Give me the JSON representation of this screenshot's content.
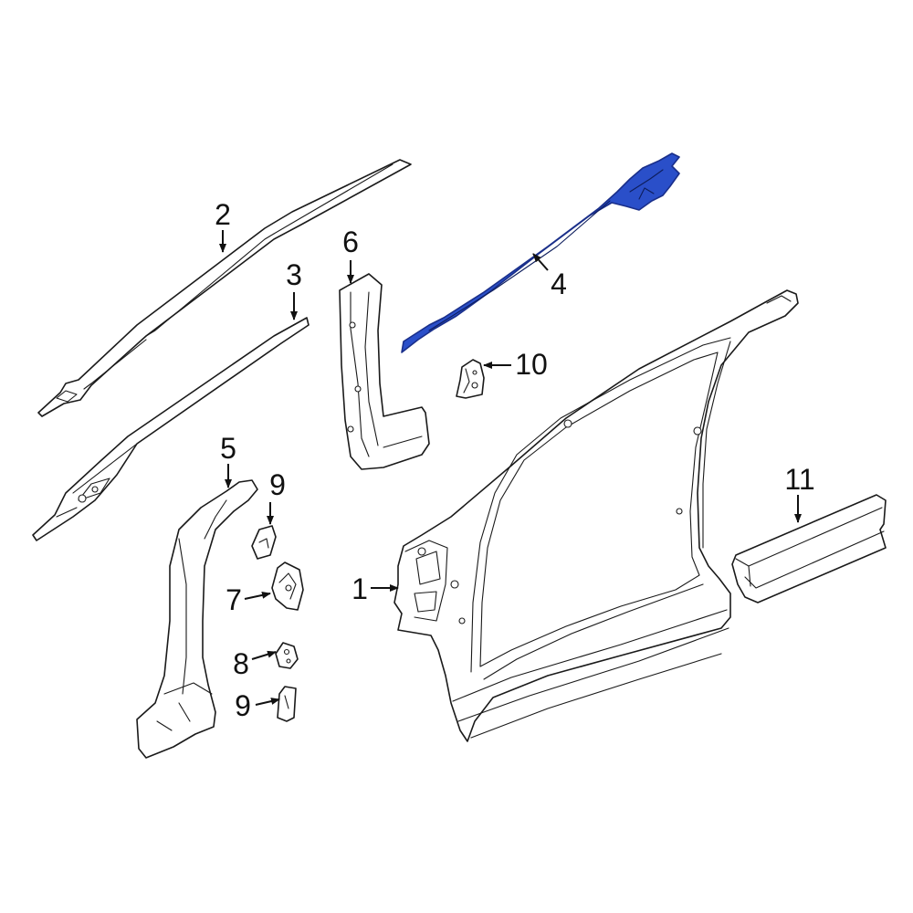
{
  "colors": {
    "highlight_fill": "#2a4fc9",
    "highlight_stroke": "#1a2f8a",
    "outline": "#1a1a1a",
    "background": "#ffffff"
  },
  "callouts": [
    {
      "id": "1",
      "label": "1"
    },
    {
      "id": "2",
      "label": "2"
    },
    {
      "id": "3",
      "label": "3"
    },
    {
      "id": "4",
      "label": "4",
      "highlighted": true
    },
    {
      "id": "5",
      "label": "5"
    },
    {
      "id": "6",
      "label": "6"
    },
    {
      "id": "7",
      "label": "7"
    },
    {
      "id": "8",
      "label": "8"
    },
    {
      "id": "9a",
      "label": "9"
    },
    {
      "id": "9b",
      "label": "9"
    },
    {
      "id": "10",
      "label": "10"
    },
    {
      "id": "11",
      "label": "11"
    }
  ]
}
